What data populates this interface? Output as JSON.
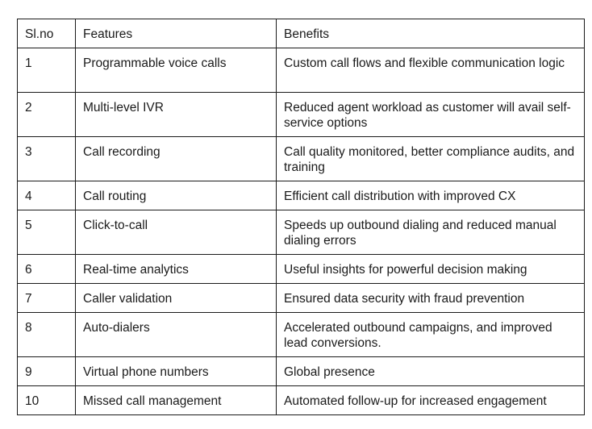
{
  "table": {
    "headers": {
      "slno": "Sl.no",
      "features": "Features",
      "benefits": "Benefits"
    },
    "rows": [
      {
        "slno": "1",
        "feature": "Programmable voice calls",
        "benefit": "Custom call flows and flexible communication logic"
      },
      {
        "slno": "2",
        "feature": "Multi-level IVR",
        "benefit": "Reduced agent workload as customer will avail self-service options"
      },
      {
        "slno": "3",
        "feature": "Call recording",
        "benefit": "Call quality monitored, better compliance audits, and training"
      },
      {
        "slno": "4",
        "feature": "Call routing",
        "benefit": "Efficient call distribution with improved CX"
      },
      {
        "slno": "5",
        "feature": "Click-to-call",
        "benefit": "Speeds up outbound dialing and reduced manual dialing errors"
      },
      {
        "slno": "6",
        "feature": "Real-time analytics",
        "benefit": "Useful insights for powerful decision making"
      },
      {
        "slno": "7",
        "feature": "Caller validation",
        "benefit": "Ensured data security with fraud prevention"
      },
      {
        "slno": "8",
        "feature": "Auto-dialers",
        "benefit": "Accelerated outbound campaigns, and improved lead conversions."
      },
      {
        "slno": "9",
        "feature": "Virtual phone numbers",
        "benefit": "Global presence"
      },
      {
        "slno": "10",
        "feature": "Missed call management",
        "benefit": "Automated follow-up for increased engagement"
      }
    ]
  }
}
